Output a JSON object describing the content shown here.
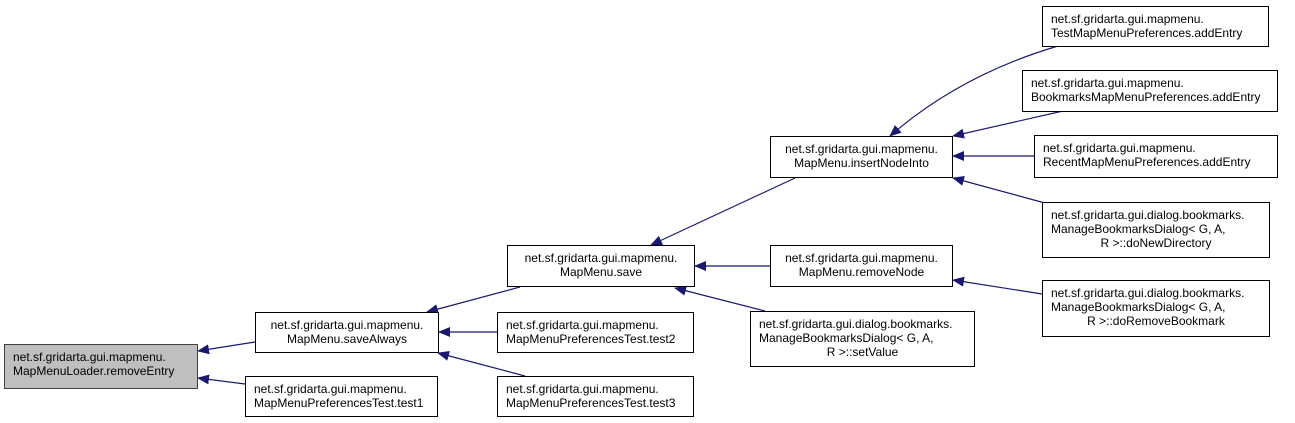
{
  "diagram": {
    "type": "doxygen-caller-graph",
    "edge_color": "#191970",
    "root_fill": "#bfbfbf",
    "nodes": [
      {
        "id": "removeEntry",
        "lines": [
          "net.sf.gridarta.gui.mapmenu.",
          "MapMenuLoader.removeEntry"
        ],
        "root": true
      },
      {
        "id": "saveAlways",
        "lines": [
          "net.sf.gridarta.gui.mapmenu.",
          "MapMenu.saveAlways"
        ]
      },
      {
        "id": "test1",
        "lines": [
          "net.sf.gridarta.gui.mapmenu.",
          "MapMenuPreferencesTest.test1"
        ]
      },
      {
        "id": "save",
        "lines": [
          "net.sf.gridarta.gui.mapmenu.",
          "MapMenu.save"
        ]
      },
      {
        "id": "test2",
        "lines": [
          "net.sf.gridarta.gui.mapmenu.",
          "MapMenuPreferencesTest.test2"
        ]
      },
      {
        "id": "test3",
        "lines": [
          "net.sf.gridarta.gui.mapmenu.",
          "MapMenuPreferencesTest.test3"
        ]
      },
      {
        "id": "insertNodeInto",
        "lines": [
          "net.sf.gridarta.gui.mapmenu.",
          "MapMenu.insertNodeInto"
        ]
      },
      {
        "id": "removeNode",
        "lines": [
          "net.sf.gridarta.gui.mapmenu.",
          "MapMenu.removeNode"
        ]
      },
      {
        "id": "setValue",
        "lines": [
          "net.sf.gridarta.gui.dialog.bookmarks.",
          "ManageBookmarksDialog< G, A,",
          "R >::setValue"
        ]
      },
      {
        "id": "testAddEntry",
        "lines": [
          "net.sf.gridarta.gui.mapmenu.",
          "TestMapMenuPreferences.addEntry"
        ]
      },
      {
        "id": "bookmarksAddEntry",
        "lines": [
          "net.sf.gridarta.gui.mapmenu.",
          "BookmarksMapMenuPreferences.addEntry"
        ]
      },
      {
        "id": "recentAddEntry",
        "lines": [
          "net.sf.gridarta.gui.mapmenu.",
          "RecentMapMenuPreferences.addEntry"
        ]
      },
      {
        "id": "doNewDirectory",
        "lines": [
          "net.sf.gridarta.gui.dialog.bookmarks.",
          "ManageBookmarksDialog< G, A,",
          "R >::doNewDirectory"
        ]
      },
      {
        "id": "doRemoveBookmark",
        "lines": [
          "net.sf.gridarta.gui.dialog.bookmarks.",
          "ManageBookmarksDialog< G, A,",
          "R >::doRemoveBookmark"
        ]
      }
    ],
    "edges": [
      {
        "from": "saveAlways",
        "to": "removeEntry"
      },
      {
        "from": "test1",
        "to": "removeEntry"
      },
      {
        "from": "save",
        "to": "saveAlways"
      },
      {
        "from": "test2",
        "to": "saveAlways"
      },
      {
        "from": "test3",
        "to": "saveAlways"
      },
      {
        "from": "insertNodeInto",
        "to": "save"
      },
      {
        "from": "removeNode",
        "to": "save"
      },
      {
        "from": "setValue",
        "to": "save"
      },
      {
        "from": "testAddEntry",
        "to": "insertNodeInto"
      },
      {
        "from": "bookmarksAddEntry",
        "to": "insertNodeInto"
      },
      {
        "from": "recentAddEntry",
        "to": "insertNodeInto"
      },
      {
        "from": "doNewDirectory",
        "to": "insertNodeInto"
      },
      {
        "from": "doRemoveBookmark",
        "to": "removeNode"
      }
    ]
  }
}
